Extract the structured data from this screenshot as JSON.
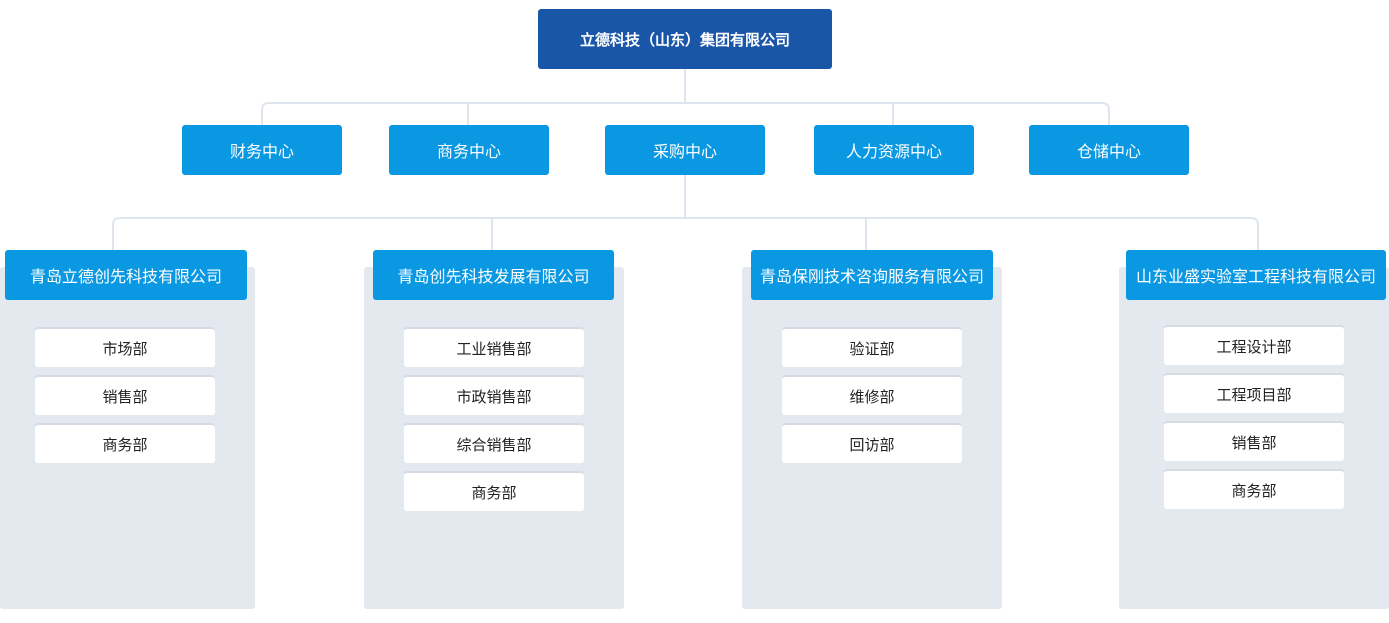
{
  "root": {
    "label": "立德科技（山东）集团有限公司"
  },
  "centers": [
    {
      "label": "财务中心"
    },
    {
      "label": "商务中心"
    },
    {
      "label": "采购中心"
    },
    {
      "label": "人力资源中心"
    },
    {
      "label": "仓储中心"
    }
  ],
  "companies": [
    {
      "label": "青岛立德创先科技有限公司",
      "departments": [
        "市场部",
        "销售部",
        "商务部"
      ]
    },
    {
      "label": "青岛创先科技发展有限公司",
      "departments": [
        "工业销售部",
        "市政销售部",
        "综合销售部",
        "商务部"
      ]
    },
    {
      "label": "青岛保刚技术咨询服务有限公司",
      "departments": [
        "验证部",
        "维修部",
        "回访部"
      ]
    },
    {
      "label": "山东业盛实验室工程科技有限公司",
      "departments": [
        "工程设计部",
        "工程项目部",
        "销售部",
        "商务部"
      ]
    }
  ],
  "colors": {
    "root": "#1a56a8",
    "node": "#0b98e3",
    "connector": "#dfe5ee",
    "panel": "#e4e9f0"
  }
}
